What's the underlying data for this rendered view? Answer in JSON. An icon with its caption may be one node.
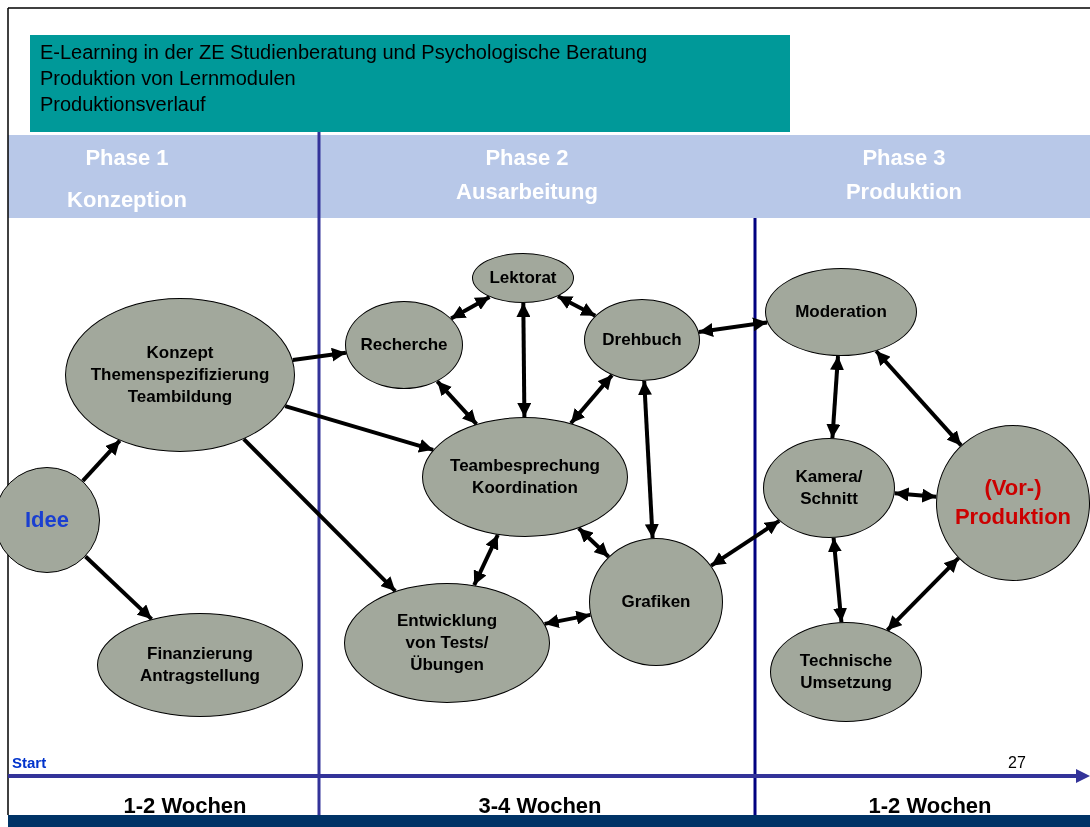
{
  "diagram": {
    "title": "E-Learning in der ZE Studienberatung und Psychologische  Beratung",
    "nodes": [
      {
        "text": [
          "Idee"
        ]
      },
      {
        "text": [
          "Konzept Themenspezifizierung Teambildung"
        ]
      },
      {
        "text": [
          "Finanzierung Antragstellung"
        ]
      },
      {
        "text": [
          "Recherche"
        ]
      },
      {
        "text": [
          "Lektorat"
        ]
      },
      {
        "text": [
          "Drehbuch"
        ]
      },
      {
        "text": [
          "Teambesprechung Koordination"
        ]
      },
      {
        "text": [
          "Entwicklung von Tests/ Übungen"
        ]
      },
      {
        "text": [
          "Grafiken"
        ]
      },
      {
        "text": [
          "Moderation"
        ]
      },
      {
        "text": [
          "Kamera/ Schnitt"
        ]
      },
      {
        "text": [
          "(Vor-) Produktion"
        ]
      },
      {
        "text": [
          "Technische Umsetzung"
        ]
      }
    ],
    "edges": [
      {
        "from": 0,
        "to": 1,
        "arrow": "to"
      },
      {
        "from": 0,
        "to": 2,
        "arrow": "to"
      },
      {
        "from": 1,
        "to": 3,
        "arrow": "to"
      },
      {
        "from": 1,
        "to": 6,
        "arrow": "to"
      },
      {
        "from": 1,
        "to": 7,
        "arrow": "to"
      },
      {
        "from": 3,
        "to": 4,
        "arrow": "both"
      },
      {
        "from": 4,
        "to": 6,
        "arrow": "both"
      },
      {
        "from": 4,
        "to": 5,
        "arrow": "both"
      },
      {
        "from": 3,
        "to": 6,
        "arrow": "both"
      },
      {
        "from": 5,
        "to": 6,
        "arrow": "both"
      },
      {
        "from": 5,
        "to": 9,
        "arrow": "both"
      },
      {
        "from": 5,
        "to": 8,
        "arrow": "both"
      },
      {
        "from": 6,
        "to": 8,
        "arrow": "both"
      },
      {
        "from": 6,
        "to": 7,
        "arrow": "both"
      },
      {
        "from": 7,
        "to": 8,
        "arrow": "both"
      },
      {
        "from": 8,
        "to": 10,
        "arrow": "both"
      },
      {
        "from": 9,
        "to": 10,
        "arrow": "both"
      },
      {
        "from": 9,
        "to": 11,
        "arrow": "both"
      },
      {
        "from": 10,
        "to": 11,
        "arrow": "both"
      },
      {
        "from": 10,
        "to": 12,
        "arrow": "both"
      },
      {
        "from": 12,
        "to": 11,
        "arrow": "both"
      }
    ],
    "labels": [
      "Produktion von Lernmodulen",
      "Produktionsverlauf",
      "Phase 1",
      "Konzeption",
      "Phase 2",
      "Ausarbeitung",
      "Phase 3",
      "Produktion",
      "Start",
      "27",
      "1-2 Wochen",
      "3-4 Wochen",
      "1-2 Wochen"
    ]
  }
}
